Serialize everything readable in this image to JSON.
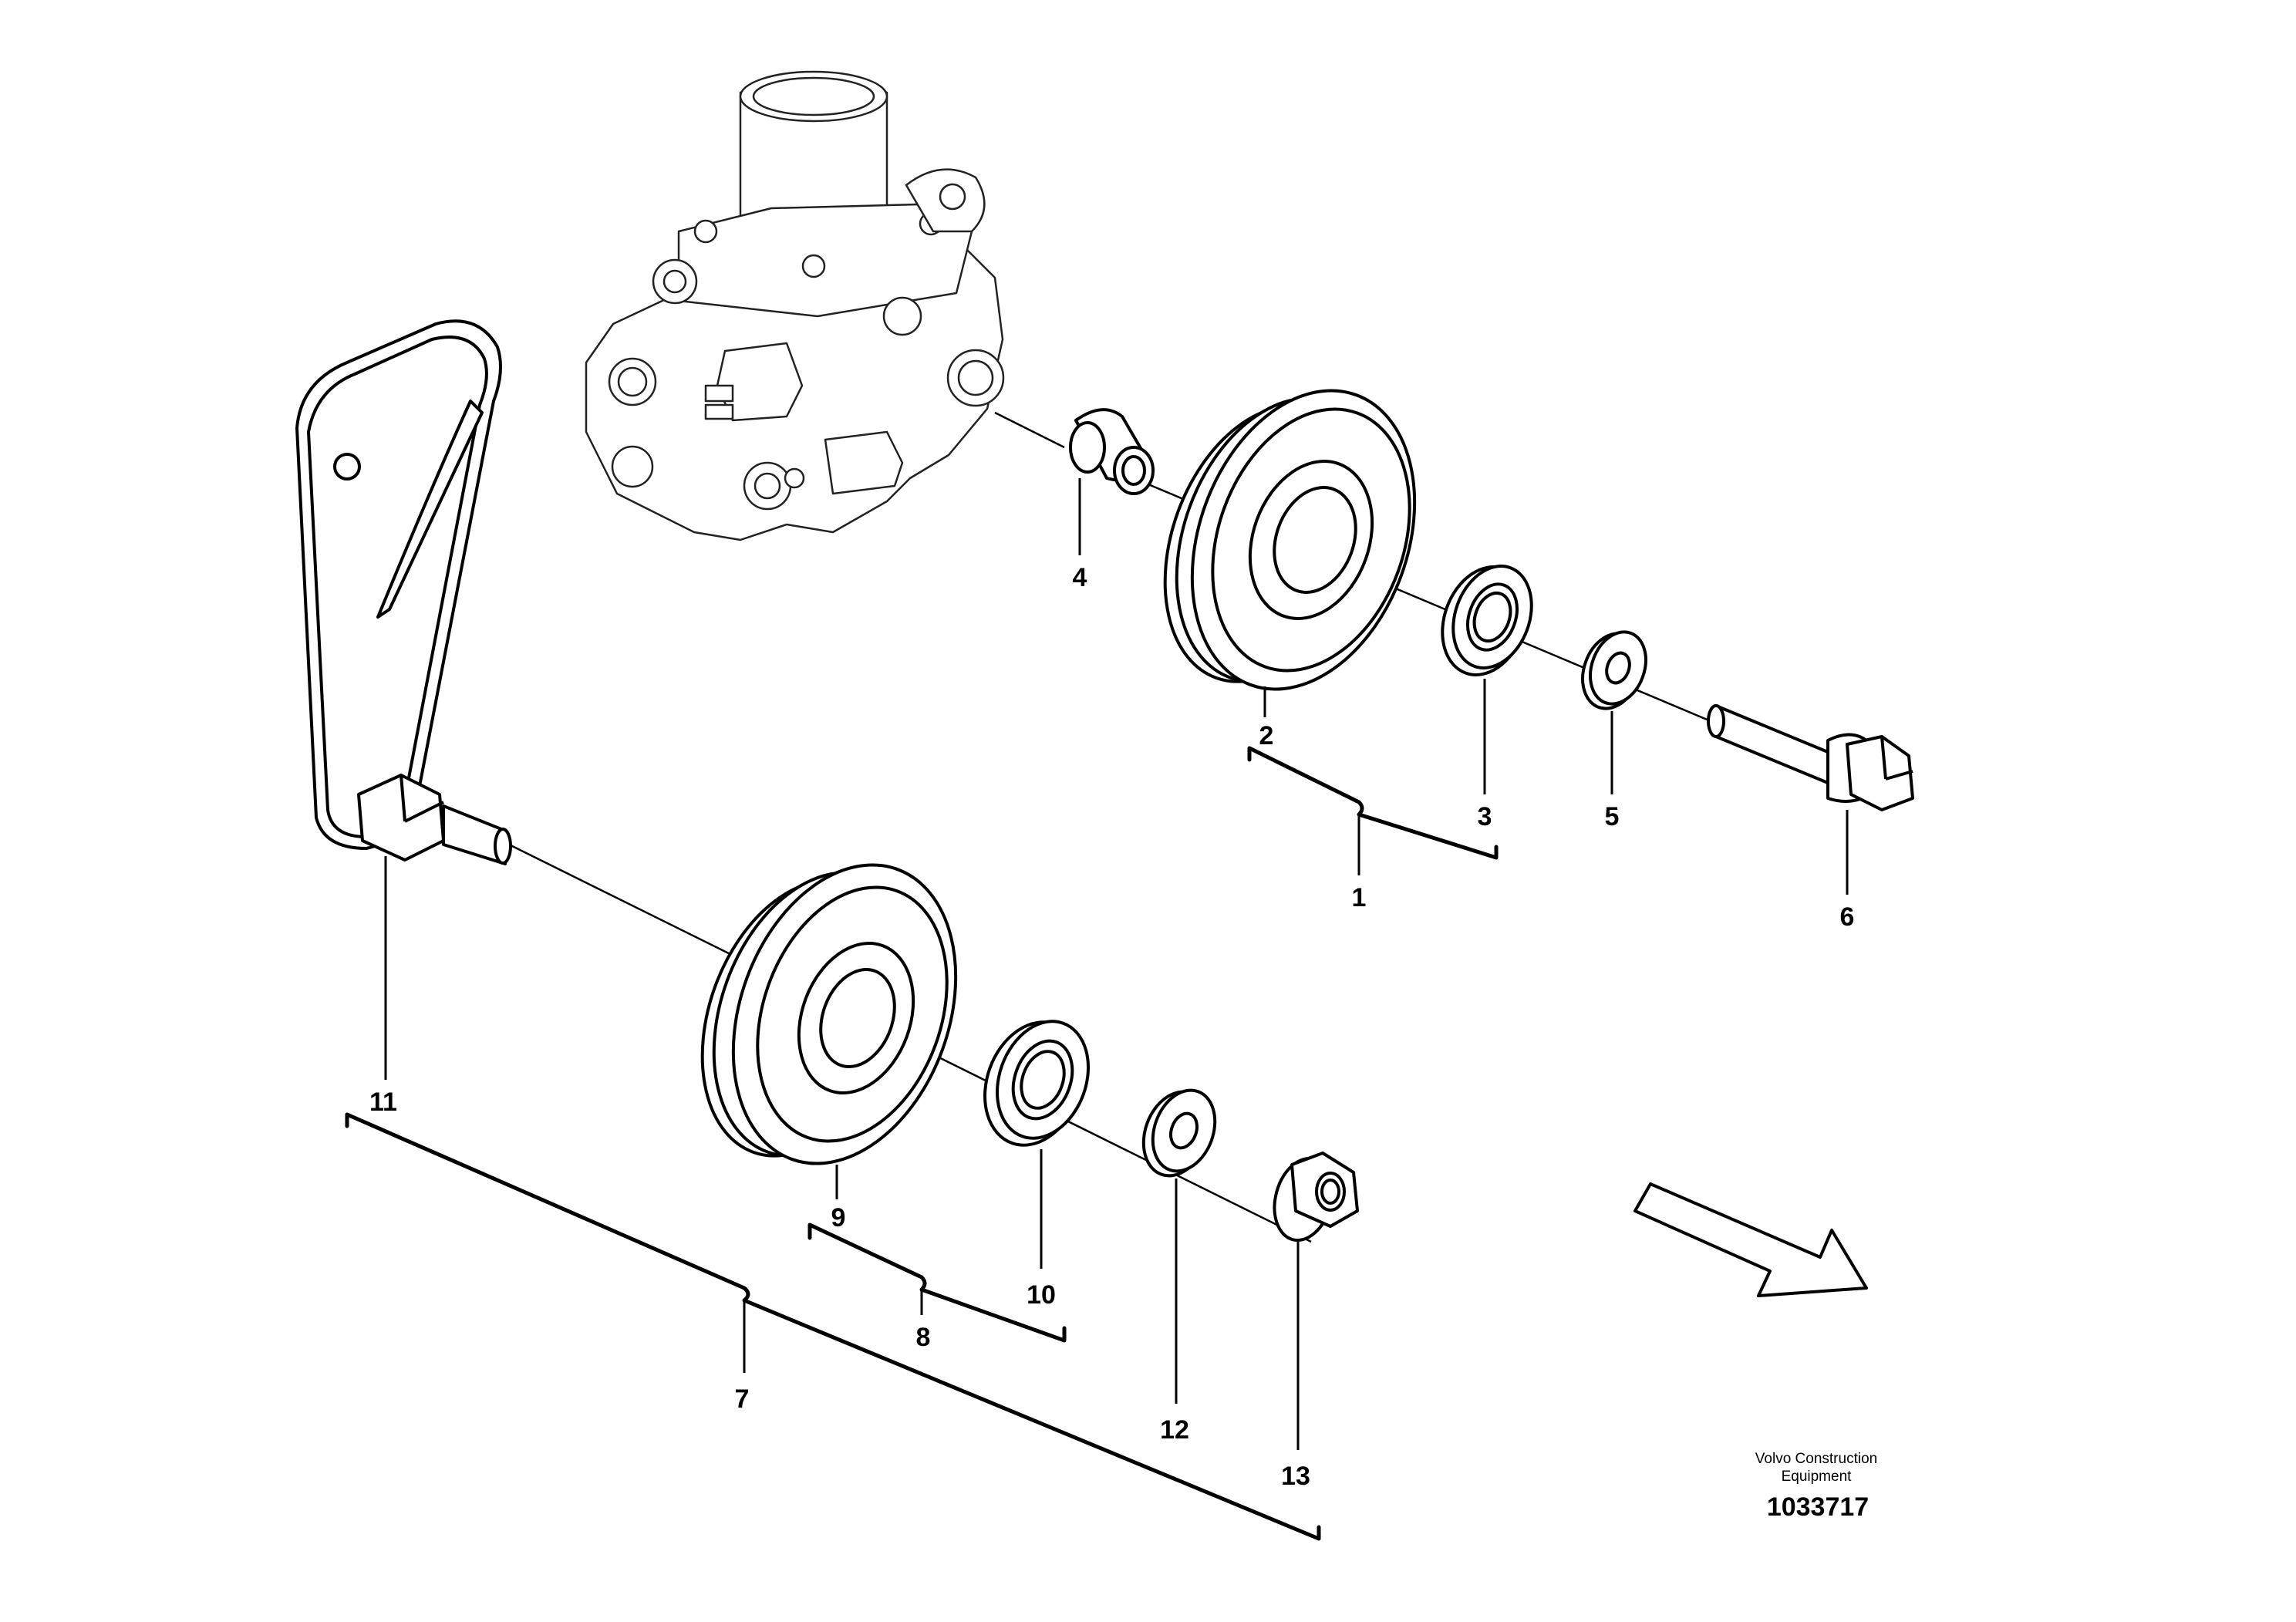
{
  "callouts": {
    "c1": "1",
    "c2": "2",
    "c3": "3",
    "c4": "4",
    "c5": "5",
    "c6": "6",
    "c7": "7",
    "c8": "8",
    "c9": "9",
    "c10": "10",
    "c11": "11",
    "c12": "12",
    "c13": "13"
  },
  "credit": {
    "line1": "Volvo Construction",
    "line2": "Equipment"
  },
  "document_number": "1033717"
}
